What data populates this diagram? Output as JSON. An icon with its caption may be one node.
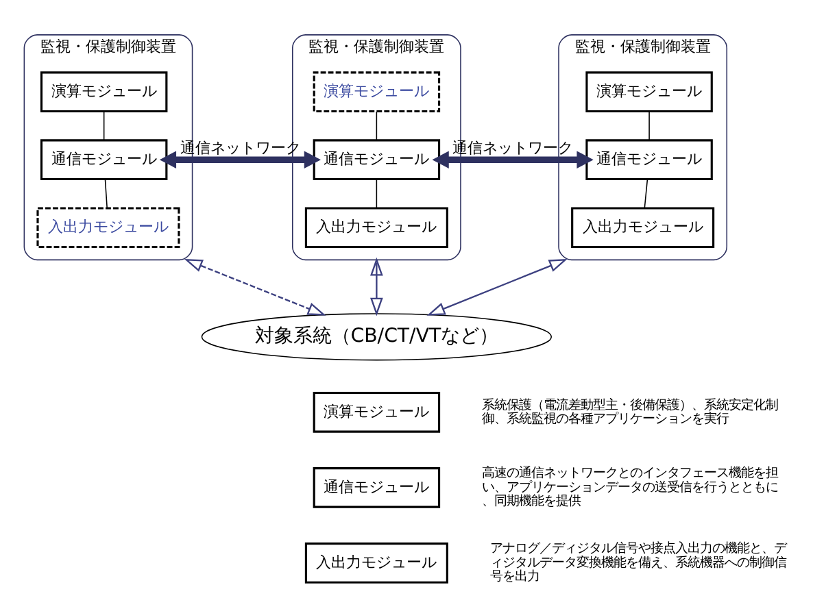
{
  "diagram": {
    "nodes": [
      {
        "text": [
          "監視・保護制御装置"
        ]
      },
      {
        "text": [
          "演算モジュール"
        ],
        "in": 0
      },
      {
        "text": [
          "通信モジュール"
        ],
        "in": 0
      },
      {
        "text": [
          "入出力モジュール"
        ],
        "in": 0
      },
      {
        "text": [
          "監視・保護制御装置"
        ]
      },
      {
        "text": [
          "演算モジュール"
        ],
        "in": 4
      },
      {
        "text": [
          "通信モジュール"
        ],
        "in": 4
      },
      {
        "text": [
          "入出力モジュール"
        ],
        "in": 4
      },
      {
        "text": [
          "監視・保護制御装置"
        ]
      },
      {
        "text": [
          "演算モジュール"
        ],
        "in": 8
      },
      {
        "text": [
          "通信モジュール"
        ],
        "in": 8
      },
      {
        "text": [
          "入出力モジュール"
        ],
        "in": 8
      },
      {
        "text": [
          "対象系統（CB/CT/VTなど）"
        ]
      },
      {
        "text": [
          "演算モジュール"
        ],
        "beside": [
          "系統保護（電流差動型主・後備保護）、系統安定化制御、系統監視の各種アプリケーションを実行"
        ]
      },
      {
        "text": [
          "通信モジュール"
        ],
        "beside": [
          "高速の通信ネットワークとのインタフェース機能を担い、アプリケーションデータの送受信を行うとともに、同期機能を提供"
        ]
      },
      {
        "text": [
          "入出力モジュール"
        ],
        "beside": [
          "アナログ／ディジタル信号や接点入出力の機能と、ディジタルデータ変換機能を備え、系統機器への制御信号を出力"
        ]
      }
    ],
    "edges": [
      {
        "from": 1,
        "to": 2,
        "arrow": "none"
      },
      {
        "from": 2,
        "to": 3,
        "arrow": "none"
      },
      {
        "from": 5,
        "to": 6,
        "arrow": "none"
      },
      {
        "from": 6,
        "to": 7,
        "arrow": "none"
      },
      {
        "from": 9,
        "to": 10,
        "arrow": "none"
      },
      {
        "from": 10,
        "to": 11,
        "arrow": "none"
      },
      {
        "from": 2,
        "to": 6,
        "arrow": "both",
        "label": "通信ネットワーク",
        "style": "thick",
        "color": "#2e3160"
      },
      {
        "from": 6,
        "to": 10,
        "arrow": "both",
        "label": "通信ネットワーク",
        "style": "thick",
        "color": "#2e3160"
      },
      {
        "from": 0,
        "to": 12,
        "arrow": "both",
        "style": "dashed",
        "color": "#3c4080"
      },
      {
        "from": 4,
        "to": 12,
        "arrow": "both",
        "color": "#3c4080"
      },
      {
        "from": 8,
        "to": 12,
        "arrow": "both",
        "color": "#3c4080"
      }
    ]
  }
}
